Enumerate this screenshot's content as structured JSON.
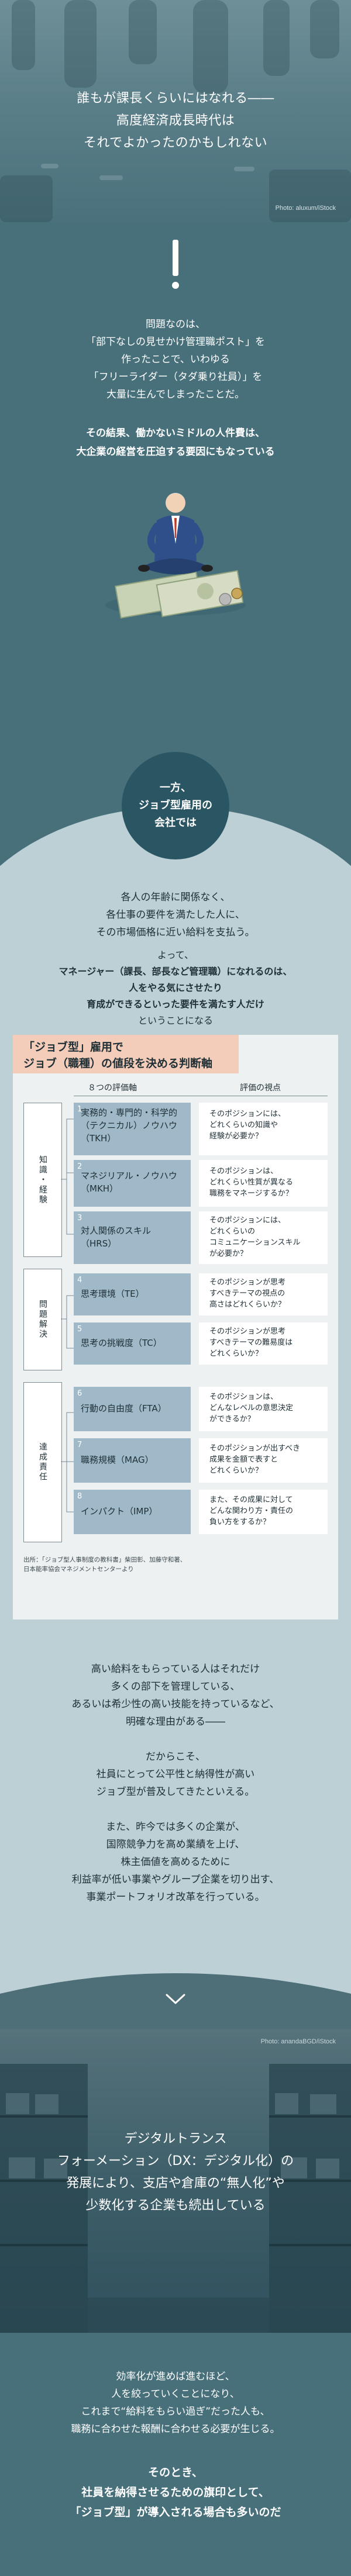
{
  "hero1": {
    "lines": [
      "誰もが課長くらいにはなれる――",
      "高度経済成長時代は",
      "それでよかったのかもしれない"
    ],
    "credit": "Photo: aluxum/iStock"
  },
  "problem": {
    "lines": [
      "問題なのは、",
      "「部下なしの見せかけ管理職ポスト」を",
      "作ったことで、いわゆる",
      "「フリーライダー（タダ乗り社員）」を",
      "大量に生んでしまったことだ。"
    ],
    "bold_lines": [
      "その結果、働かないミドルの人件費は、",
      "大企業の経営を圧迫する要因にもなっている"
    ]
  },
  "circle": {
    "lines": [
      "一方、",
      "ジョブ型雇用の",
      "会社では"
    ]
  },
  "body1": {
    "lines": [
      "各人の年齢に関係なく、",
      "各仕事の要件を満たした人に、",
      "その市場価格に近い給料を支払う。"
    ],
    "mid_lines": [
      "よって、"
    ],
    "bold_lines": [
      "マネージャー（課長、部長など管理職）になれるのは、",
      "人をやる気にさせたり",
      "育成ができるといった要件を満たす人だけ"
    ],
    "tail": "ということになる"
  },
  "table": {
    "title_lines": [
      "「ジョブ型」雇用で",
      "ジョブ（職種）の値段を決める判断軸"
    ],
    "col1": "８つの評価軸",
    "col2": "評価の視点",
    "groups": [
      {
        "label": "知識・経験"
      },
      {
        "label": "問題解決"
      },
      {
        "label": "達成責任"
      }
    ],
    "items": [
      {
        "num": "1",
        "text": [
          "実務的・専門的・科学的",
          "（テクニカル）ノウハウ",
          "（TKH）"
        ],
        "view": [
          "そのポジションには、",
          "どれくらいの知識や",
          "経験が必要か？"
        ]
      },
      {
        "num": "2",
        "text": [
          "マネジリアル・ノウハウ",
          "（MKH）"
        ],
        "view": [
          "そのポジションは、",
          "どれくらい性質が異なる",
          "職務をマネージするか？"
        ]
      },
      {
        "num": "3",
        "text": [
          "対人関係のスキル",
          "（HRS）"
        ],
        "view": [
          "そのポジションには、",
          "どれくらいの",
          "コミュニケーションスキル",
          "が必要か？"
        ]
      },
      {
        "num": "4",
        "text": [
          "思考環境（TE）"
        ],
        "view": [
          "そのポジションが思考",
          "すべきテーマの視点の",
          "高さはどれくらいか？"
        ]
      },
      {
        "num": "5",
        "text": [
          "思考の挑戦度（TC）"
        ],
        "view": [
          "そのポジションが思考",
          "すべきテーマの難易度は",
          "どれくらいか？"
        ]
      },
      {
        "num": "6",
        "text": [
          "行動の自由度（FTA）"
        ],
        "view": [
          "そのポジションは、",
          "どんなレベルの意思決定",
          "ができるか？"
        ]
      },
      {
        "num": "7",
        "text": [
          "職務規模（MAG）"
        ],
        "view": [
          "そのポジションが出すべき",
          "成果を金額で表すと",
          "どれくらいか？"
        ]
      },
      {
        "num": "8",
        "text": [
          "インパクト（IMP）"
        ],
        "view": [
          "また、その成果に対して",
          "どんな関わり方・責任の",
          "負い方をするか？"
        ]
      }
    ],
    "source_lines": [
      "出所：「ジョブ型人事制度の教科書」柴田彰、加藤守和著、",
      "日本能率協会マネジメントセンターより"
    ]
  },
  "body2": {
    "lines": [
      "高い給料をもらっている人はそれだけ",
      "多くの部下を管理している、",
      "あるいは希少性の高い技能を持っているなど、",
      "明確な理由がある――"
    ],
    "lines2": [
      "だからこそ、",
      "社員にとって公平性と納得性が高い",
      "ジョブ型が普及してきたといえる。"
    ],
    "lines3": [
      "また、昨今では多くの企業が、",
      "国際競争力を高め業績を上げ、",
      "株主価値を高めるために",
      "利益率が低い事業やグループ企業を切り出す、",
      "事業ポートフォリオ改革を行っている。"
    ]
  },
  "hero2": {
    "credit": "Photo: anandaBGD/iStock",
    "lines": [
      "デジタルトランス",
      "フォーメーション（DX：デジタル化）の",
      "発展により、支店や倉庫の“無人化”や",
      "少数化する企業も続出している"
    ]
  },
  "conclusion": {
    "lines": [
      "効率化が進めば進むほど、",
      "人を絞っていくことになり、",
      "これまで“給料をもらい過ぎ”だった人も、",
      "職務に合わせた報酬に合わせる必要が生じる。"
    ],
    "bold_lines": [
      "そのとき、",
      "社員を納得させるための旗印として、",
      "「ジョブ型」が導入される場合も多いのだ"
    ]
  }
}
